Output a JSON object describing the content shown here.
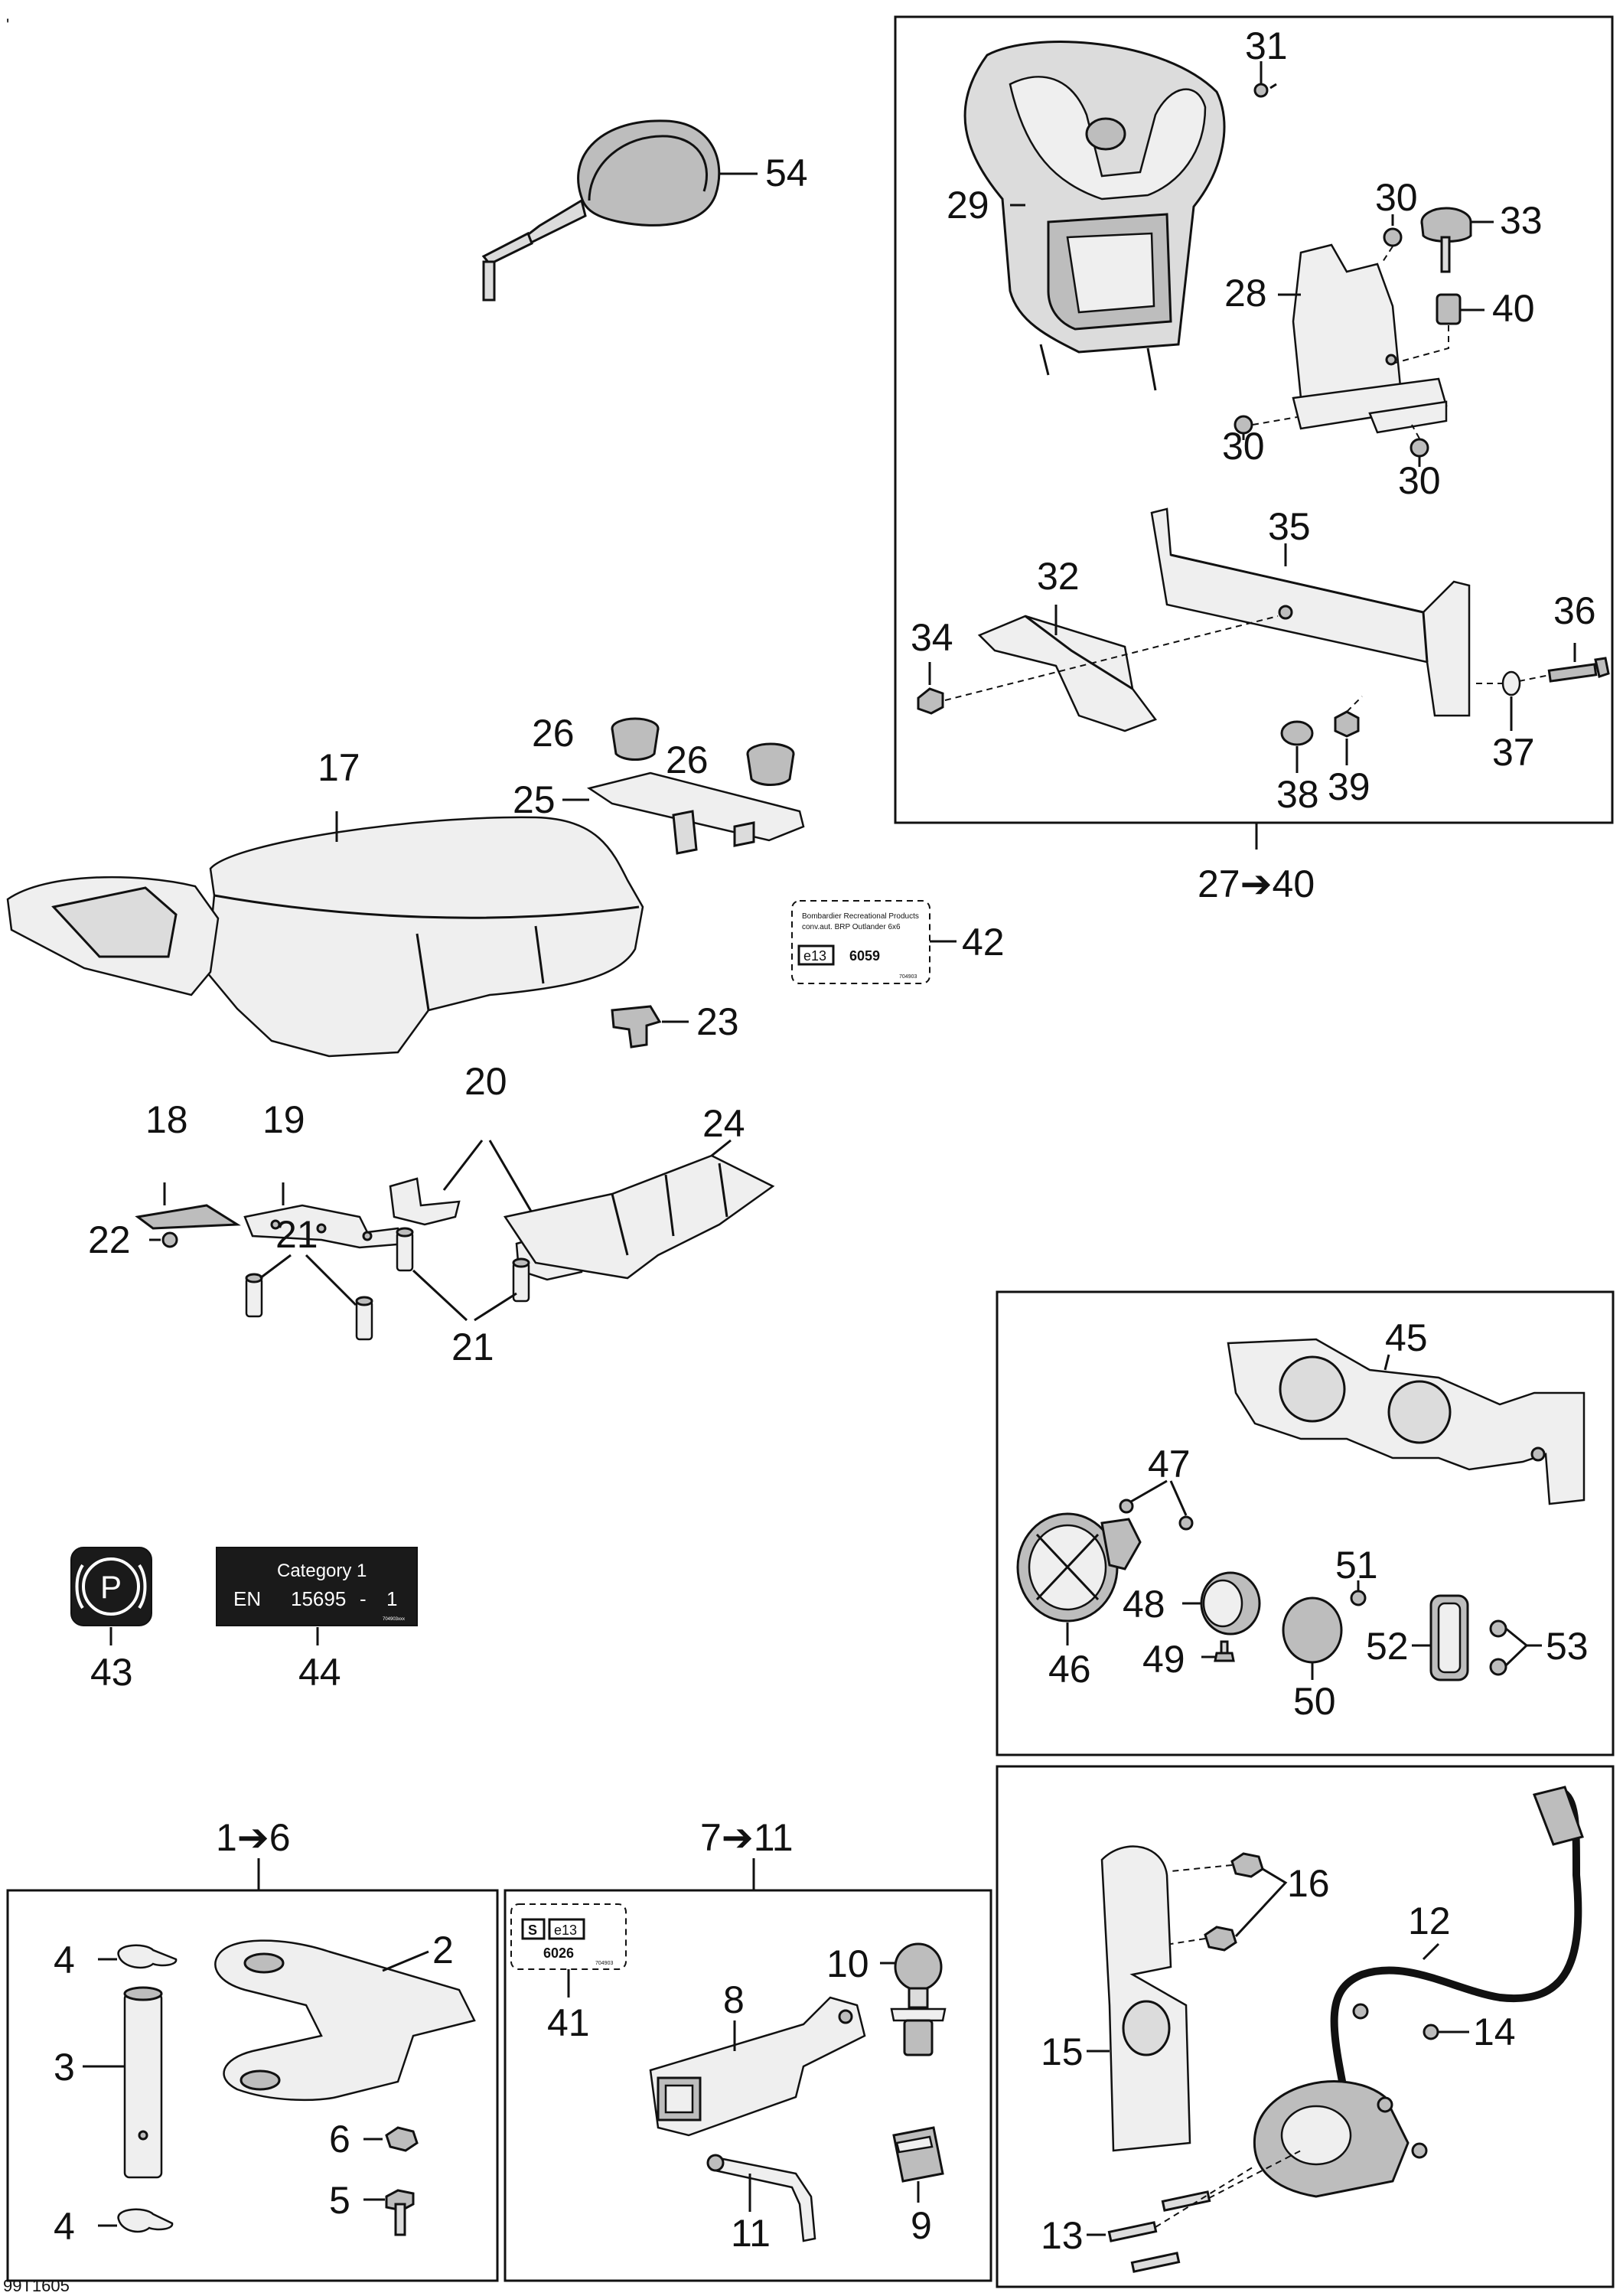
{
  "corner_mark": "'",
  "drawing_code": "99T1605",
  "callouts": {
    "c54": "54",
    "c31": "31",
    "c29": "29",
    "c30a": "30",
    "c33": "33",
    "c28": "28",
    "c40": "40",
    "c30b": "30",
    "c30c": "30",
    "c35": "35",
    "c32": "32",
    "c34": "34",
    "c36": "36",
    "c37": "37",
    "c38": "38",
    "c39": "39",
    "c26a": "26",
    "c26b": "26",
    "c17": "17",
    "c25": "25",
    "c42": "42",
    "c23": "23",
    "c20": "20",
    "c18": "18",
    "c19": "19",
    "c24": "24",
    "c22": "22",
    "c21a": "21",
    "c21b": "21",
    "c45": "45",
    "c47": "47",
    "c51": "51",
    "c48": "48",
    "c46": "46",
    "c49": "49",
    "c50": "50",
    "c52": "52",
    "c53": "53",
    "c43": "43",
    "c44": "44",
    "c4a": "4",
    "c2": "2",
    "c3": "3",
    "c4b": "4",
    "c6": "6",
    "c5": "5",
    "c41": "41",
    "c10": "10",
    "c8": "8",
    "c9": "9",
    "c11": "11",
    "c16": "16",
    "c12": "12",
    "c15": "15",
    "c14": "14",
    "c13": "13"
  },
  "kit_labels": {
    "k27": "27➔40",
    "k1": "1➔6",
    "k7": "7➔11"
  },
  "decals": {
    "d42_line1": "Bombardier Recreational Products",
    "d42_line2": "conv.aut. BRP Outlander 6x6",
    "d42_mark": "e13",
    "d42_code": "6059",
    "d42_ref": "704903",
    "d44_line1": "Category 1",
    "d44_line2a": "EN",
    "d44_line2b": "15695",
    "d44_line2c": "-",
    "d44_line2d": "1",
    "d44_ref": "704903xxx",
    "d41_s": "S",
    "d41_mark": "e13",
    "d41_code": "6026",
    "d41_ref": "704903"
  },
  "icons": {
    "d43": "parking-brake-symbol-icon"
  }
}
